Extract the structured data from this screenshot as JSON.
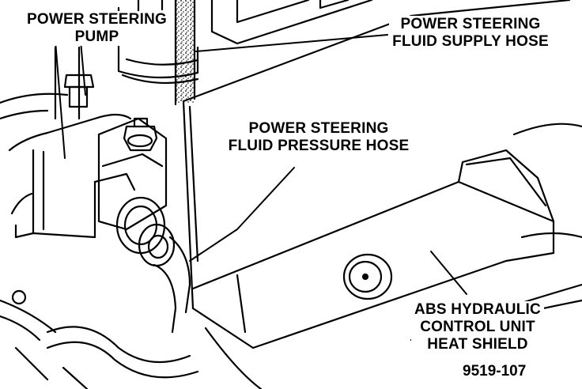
{
  "figure": {
    "callouts": {
      "pump": [
        "POWER STEERING",
        "PUMP"
      ],
      "supply_hose": [
        "POWER STEERING",
        "FLUID SUPPLY HOSE"
      ],
      "pressure_hose": [
        "POWER STEERING",
        "FLUID PRESSURE HOSE"
      ],
      "heat_shield": [
        "ABS HYDRAULIC",
        "CONTROL UNIT",
        "HEAT SHIELD"
      ]
    },
    "figure_number": "9519-107"
  }
}
